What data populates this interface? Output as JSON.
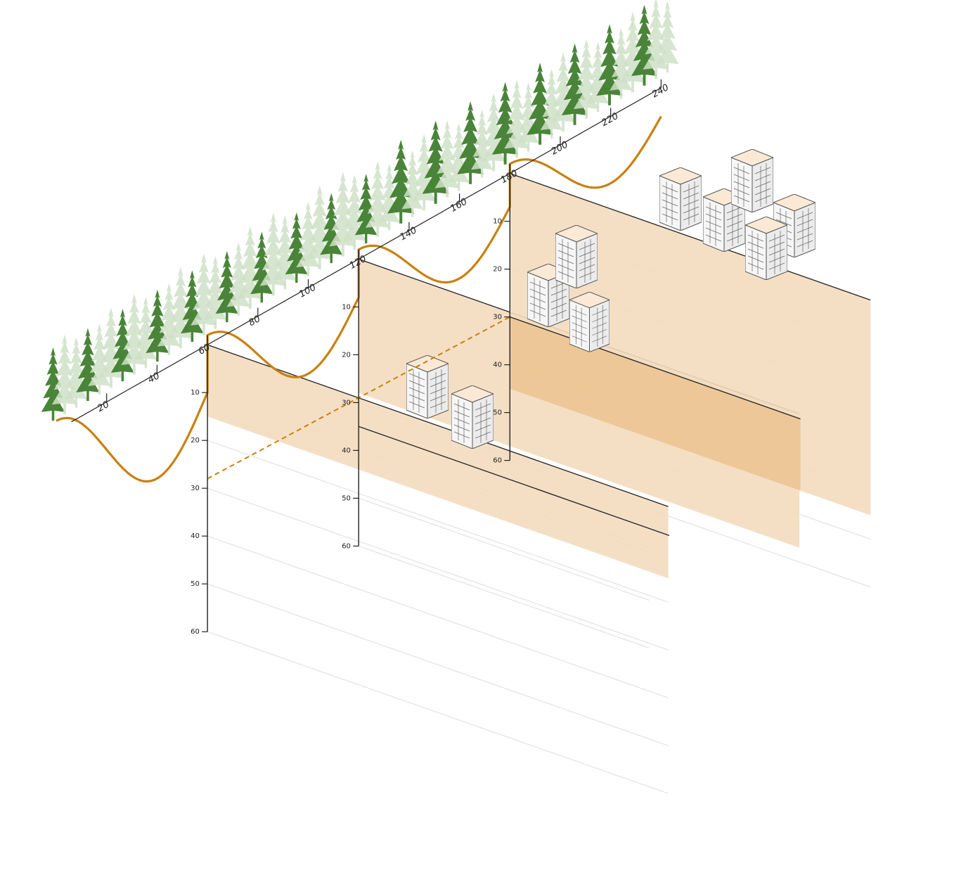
{
  "colors": {
    "profile": "#c9800f",
    "section": "#f3dcbf",
    "section_overlap": "#ebc28c",
    "axis": "#222222",
    "grid": "#dddddd",
    "tree_dark": "#3f7d2e",
    "tree_light": "#cfe0c7",
    "building_face": "#f6f6f6",
    "building_stroke": "#555555",
    "building_highlight": "#fbe9d6"
  },
  "distance_axis": {
    "ticks": [
      "20",
      "40",
      "60",
      "80",
      "100",
      "120",
      "140",
      "160",
      "180",
      "200",
      "220",
      "240"
    ]
  },
  "depth_axes": [
    {
      "at": "60",
      "ticks": [
        "10",
        "20",
        "30",
        "40",
        "50",
        "60"
      ]
    },
    {
      "at": "120",
      "ticks": [
        "10",
        "20",
        "30",
        "40",
        "50",
        "60"
      ]
    },
    {
      "at": "180",
      "ticks": [
        "10",
        "20",
        "30",
        "40",
        "50",
        "60"
      ]
    }
  ],
  "icons": {
    "forest": "pine-tree-icon",
    "city": "apartment-building-icon"
  }
}
